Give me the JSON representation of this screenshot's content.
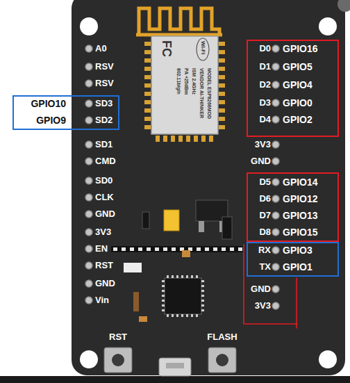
{
  "diagram": {
    "nodes": [
      {
        "text": [
          "D0",
          "GPIO16",
          "D1",
          "GPIO5",
          "D2",
          "GPIO4",
          "D3",
          "GPIO0",
          "D4",
          "GPIO2"
        ]
      },
      {
        "text": [
          "GPIO10",
          "SD3",
          "GPIO9",
          "SD2"
        ]
      },
      {
        "text": [
          "D5",
          "GPIO14",
          "D6",
          "GPIO12",
          "D7",
          "GPIO13",
          "D8",
          "GPIO15"
        ]
      },
      {
        "text": [
          "RX",
          "GPIO3",
          "TX",
          "GPIO1"
        ]
      }
    ],
    "labels": [
      "A0",
      "RSV",
      "RSV",
      "SD1",
      "CMD",
      "SD0",
      "CLK",
      "GND",
      "3V3",
      "EN",
      "RST",
      "GND",
      "Vin",
      "3V3",
      "GND",
      "GND",
      "3V3",
      "FC",
      "Wi-Fi",
      "MODEL ESP8266MOD",
      "VENDOR AI-THINKER",
      "ISM 2.4GHz",
      "PA +25dBm",
      "802.11b/g/n",
      "RST",
      "FLASH"
    ]
  }
}
